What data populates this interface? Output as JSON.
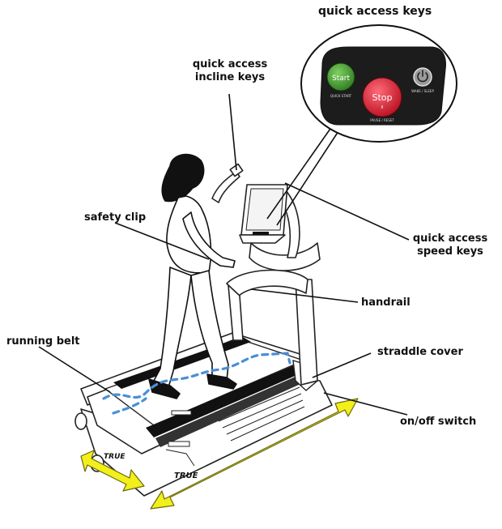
{
  "labels": {
    "quick_access_keys": "quick access keys",
    "incline_keys_line1": "quick access",
    "incline_keys_line2": "incline keys",
    "safety_clip": "safety clip",
    "speed_keys_line1": "quick access",
    "speed_keys_line2": "speed keys",
    "handrail": "handrail",
    "running_belt": "running belt",
    "straddle_cover": "straddle cover",
    "on_off_switch": "on/off switch"
  },
  "console_panel": {
    "start_label": "Start",
    "start_sub": "QUICK START",
    "stop_label": "Stop",
    "stop_sub": "PAUSE / RESET",
    "power_sub": "WAKE / SLEEP"
  },
  "brand": {
    "deck_logo_left": "TRUE",
    "deck_logo_right": "TRUE"
  },
  "colors": {
    "start_button": "#3a8f2a",
    "stop_button": "#d8192c",
    "panel_background": "#1c1c1c",
    "dashed_path": "#4a8fd6",
    "arrow_fill": "#f2ef1a",
    "arrow_stroke": "#6b6a10"
  },
  "icons": {
    "power": "power-icon"
  }
}
